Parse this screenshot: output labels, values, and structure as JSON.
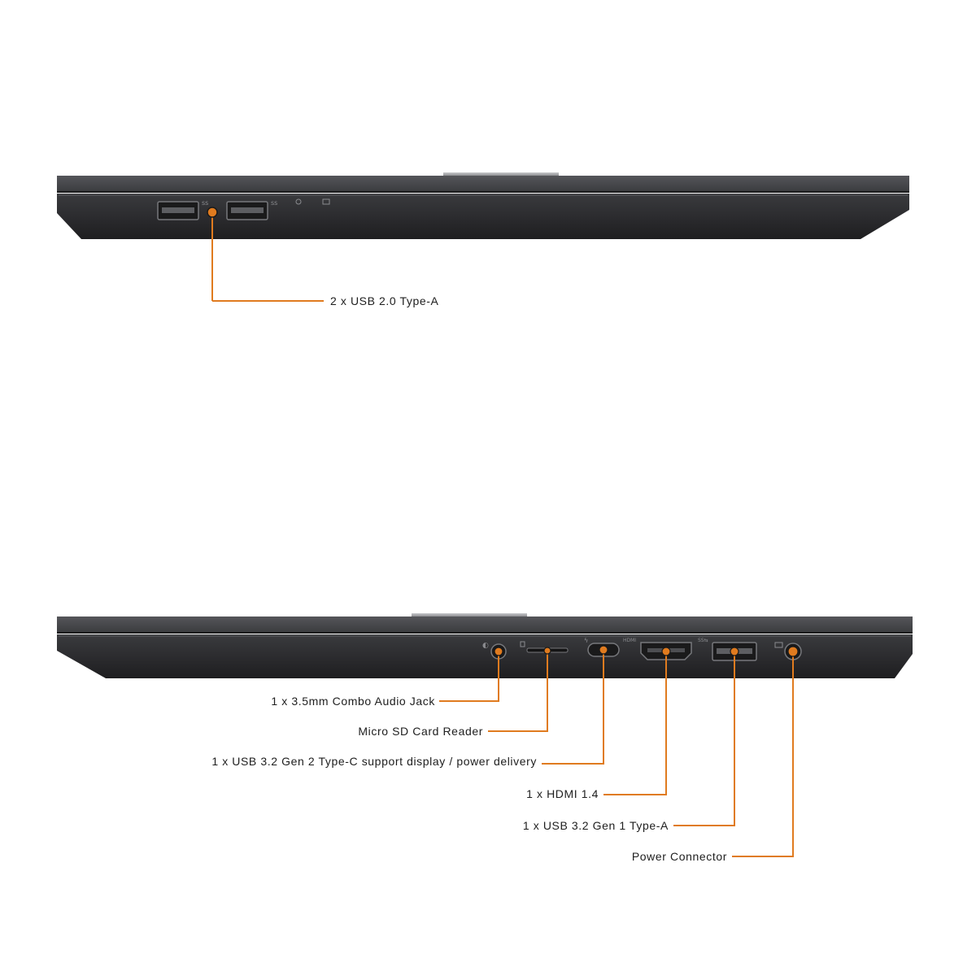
{
  "accent_color": "#e07b1f",
  "chassis_color": "#2f2f31",
  "left_side": {
    "callouts": [
      {
        "label": "2 x USB 2.0 Type-A"
      }
    ]
  },
  "right_side": {
    "callouts": [
      {
        "label": "1 x 3.5mm Combo Audio Jack"
      },
      {
        "label": "Micro SD Card Reader"
      },
      {
        "label": "1 x USB 3.2 Gen 2 Type-C support display / power delivery"
      },
      {
        "label": "1 x HDMI 1.4"
      },
      {
        "label": "1 x USB 3.2 Gen 1 Type-A"
      },
      {
        "label": "Power Connector"
      }
    ]
  }
}
